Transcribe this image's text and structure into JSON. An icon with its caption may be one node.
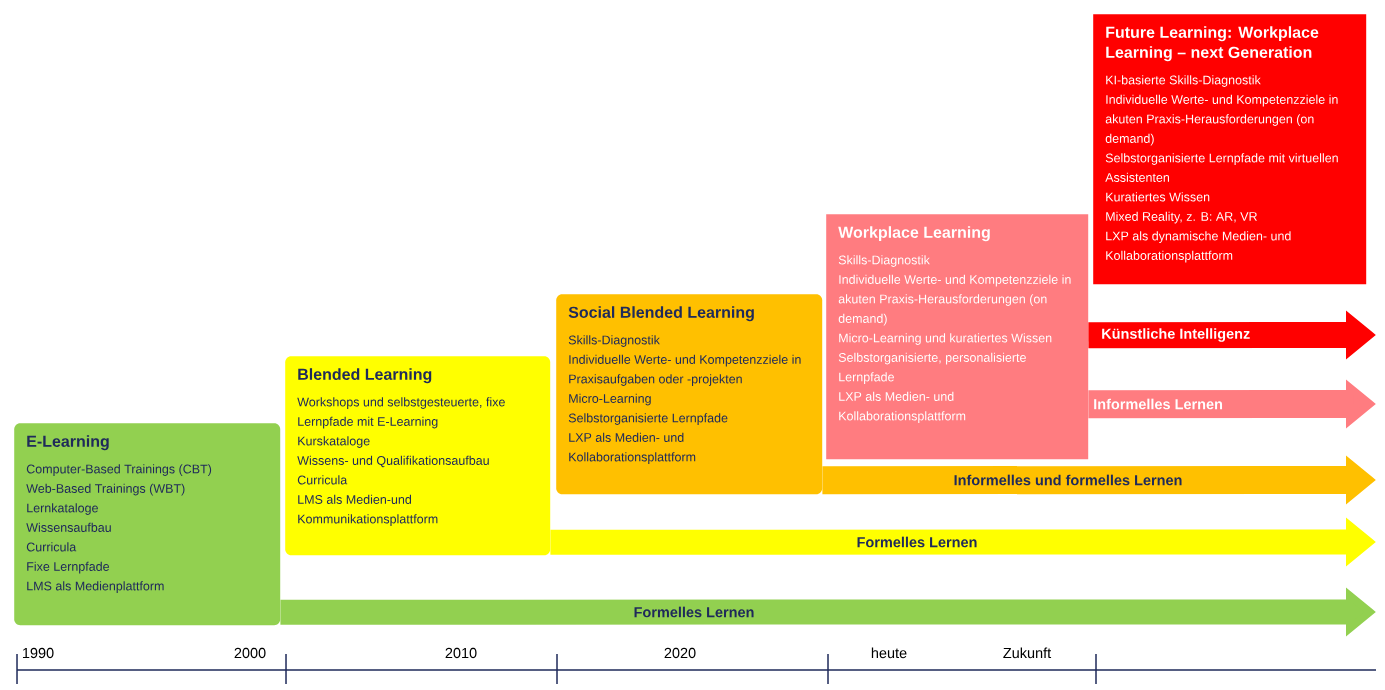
{
  "diagram": {
    "nodes": [
      {
        "text": [
          "E-Learning",
          "Computer-Based Trainings (CBT)",
          "Web-Based Trainings (WBT)",
          "Lernkataloge",
          "Wissensaufbau",
          "Curricula",
          "Fixe Lernpfade",
          "LMS als Medienplattform"
        ]
      },
      {
        "text": [
          "Blended Learning",
          "Workshops und selbstgesteuerte, fixe Lernpfade mit E-Learning",
          "Kurskataloge",
          "Wissens- und Qualifikationsaufbau",
          "Curricula",
          "LMS als Medien-und Kommunikationsplattform"
        ]
      },
      {
        "text": [
          "Social Blended Learning",
          "Skills-Diagnostik",
          "Individuelle Werte- und Kompetenzziele in Praxisaufgaben oder -projekten",
          "Micro-Learning",
          "Selbstorganisierte Lernpfade",
          "LXP als Medien- und Kollaborationsplattform"
        ]
      },
      {
        "text": [
          "Workplace Learning",
          "Skills-Diagnostik",
          "Individuelle Werte- und Kompetenzziele in akuten Praxis-Herausforderungen (on demand)",
          "Micro-Learning und kuratiertes Wissen",
          "Selbstorganisierte, personalisierte Lernpfade",
          "LXP als Medien- und Kollaborationsplattform"
        ]
      },
      {
        "text": [
          "Future Learning: Workplace Learning – next Generation",
          "KI-basierte Skills-Diagnostik",
          "Individuelle Werte- und Kompetenzziele in akuten Praxis-Herausforderungen (on demand)",
          "Selbstorganisierte Lernpfade mit virtuellen Assistenten",
          "Kuratiertes Wissen",
          "Mixed Reality, z. B: AR, VR",
          "LXP als dynamische Medien- und Kollaborationsplattform"
        ]
      }
    ],
    "edges": [
      {
        "from": 0,
        "to": null,
        "arrow": "to",
        "label": "Formelles Lernen",
        "color": "#92d050"
      },
      {
        "from": 1,
        "to": null,
        "arrow": "to",
        "label": "Formelles Lernen",
        "color": "#ffff00"
      },
      {
        "from": 2,
        "to": null,
        "arrow": "to",
        "label": "Informelles und formelles Lernen",
        "color": "#ffc000"
      },
      {
        "from": 3,
        "to": null,
        "arrow": "to",
        "label": "Informelles Lernen",
        "color": "#ff7c80"
      },
      {
        "from": 3,
        "to": null,
        "arrow": "to",
        "label": "Künstliche Intelligenz",
        "color": "#ff0000"
      }
    ],
    "labels": [
      "1990",
      "2000",
      "2010",
      "2020",
      "heute",
      "Zukunft"
    ]
  }
}
